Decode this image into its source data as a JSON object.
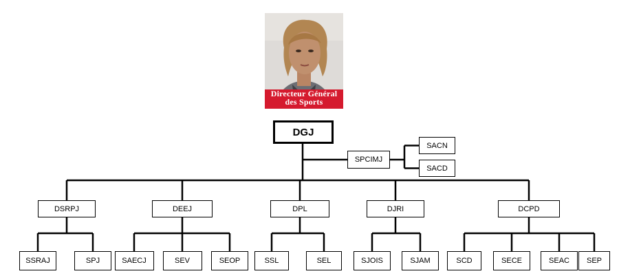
{
  "photo": {
    "caption_line1": "Directeur Général",
    "caption_line2": "des Sports",
    "caption_color": "#d51a2e"
  },
  "org": {
    "root": "DGJ",
    "staff": {
      "label": "SPCIMJ",
      "children": [
        "SACN",
        "SACD"
      ]
    },
    "divisions": [
      {
        "label": "DSRPJ",
        "children": [
          "SSRAJ",
          "SPJ"
        ]
      },
      {
        "label": "DEEJ",
        "children": [
          "SAECJ",
          "SEV",
          "SEOP"
        ]
      },
      {
        "label": "DPL",
        "children": [
          "SSL",
          "SEL"
        ]
      },
      {
        "label": "DJRI",
        "children": [
          "SJOIS",
          "SJAM"
        ]
      },
      {
        "label": "DCPD",
        "children": [
          "SCD",
          "SECE",
          "SEAC",
          "SEP"
        ]
      }
    ]
  }
}
